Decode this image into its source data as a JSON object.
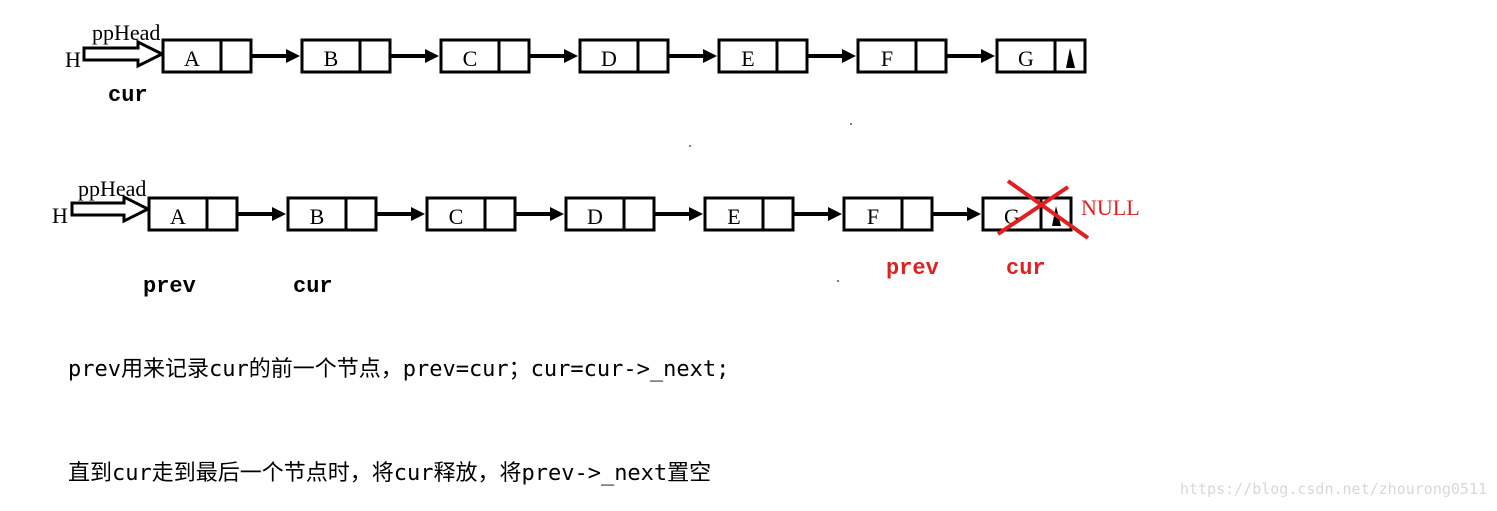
{
  "nodes": [
    "A",
    "B",
    "C",
    "D",
    "E",
    "F",
    "G"
  ],
  "diagram_top": {
    "head_label": "H",
    "pphead_label": "ppHead",
    "cur_label": "cur"
  },
  "diagram_bottom": {
    "head_label": "H",
    "pphead_label": "ppHead",
    "prev_label": "prev",
    "cur_label": "cur",
    "prev_label_red": "prev",
    "cur_label_red": "cur",
    "null_label": "NULL"
  },
  "captions": {
    "line1": "prev用来记录cur的前一个节点，prev=cur；cur=cur->_next;",
    "line2": "直到cur走到最后一个节点时，将cur释放，将prev->_next置空"
  },
  "watermark": "https://blog.csdn.net/zhourong0511",
  "colors": {
    "highlight": "#e02020",
    "ink": "#000000"
  }
}
